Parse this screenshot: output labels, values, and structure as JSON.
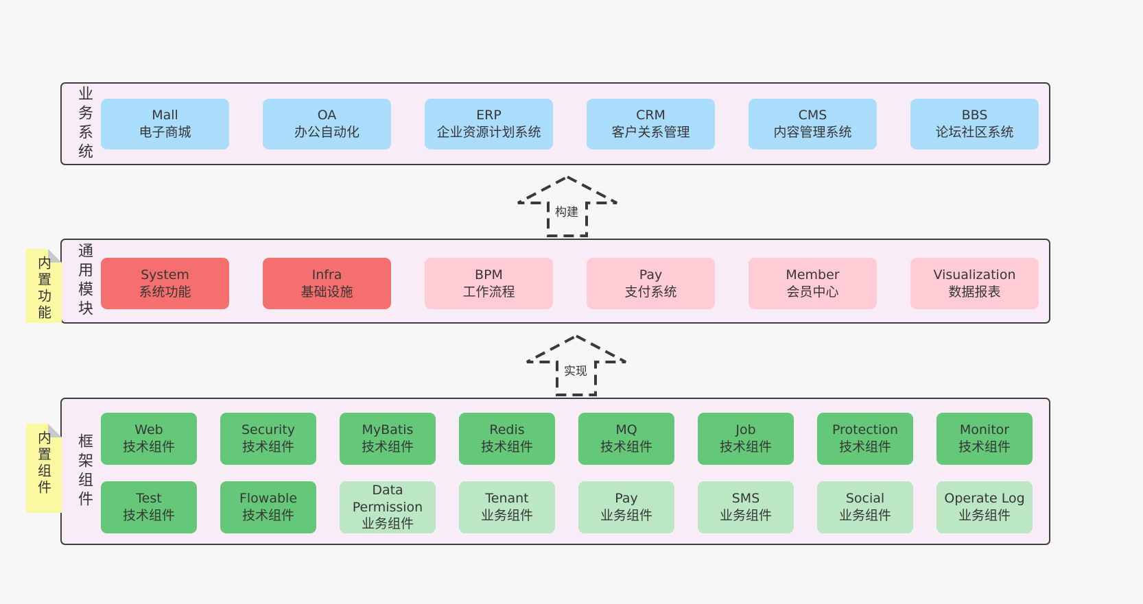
{
  "colors": {
    "page_background": "#f7f7f7",
    "layer_background": "#f8edf7",
    "layer_border": "#3f3f3f",
    "blue_box": "#aaddfb",
    "red_box": "#f56f6f",
    "pink_box": "#ffccd5",
    "green_box": "#64c878",
    "light_green_box": "#bbe7c4",
    "sticky_note": "#fbf8a2",
    "sticky_fold": "#c9c9c9"
  },
  "arrows": {
    "build": "构建",
    "implement": "实现"
  },
  "business_layer": {
    "title": "业务系统",
    "boxes": [
      {
        "name": "Mall",
        "label": "电子商城"
      },
      {
        "name": "OA",
        "label": "办公自动化"
      },
      {
        "name": "ERP",
        "label": "企业资源计划系统"
      },
      {
        "name": "CRM",
        "label": "客户关系管理"
      },
      {
        "name": "CMS",
        "label": "内容管理系统"
      },
      {
        "name": "BBS",
        "label": "论坛社区系统"
      }
    ]
  },
  "module_layer": {
    "title": "通用模块",
    "sticky": "内置功能",
    "boxes": [
      {
        "name": "System",
        "label": "系统功能"
      },
      {
        "name": "Infra",
        "label": "基础设施"
      },
      {
        "name": "BPM",
        "label": "工作流程"
      },
      {
        "name": "Pay",
        "label": "支付系统"
      },
      {
        "name": "Member",
        "label": "会员中心"
      },
      {
        "name": "Visualization",
        "label": "数据报表"
      }
    ]
  },
  "framework_layer": {
    "title": "框架组件",
    "sticky": "内置组件",
    "rows": [
      [
        {
          "name": "Web",
          "label": "技术组件"
        },
        {
          "name": "Security",
          "label": "技术组件"
        },
        {
          "name": "MyBatis",
          "label": "技术组件"
        },
        {
          "name": "Redis",
          "label": "技术组件"
        },
        {
          "name": "MQ",
          "label": "技术组件"
        },
        {
          "name": "Job",
          "label": "技术组件"
        },
        {
          "name": "Protection",
          "label": "技术组件"
        },
        {
          "name": "Monitor",
          "label": "技术组件"
        }
      ],
      [
        {
          "name": "Test",
          "label": "技术组件"
        },
        {
          "name": "Flowable",
          "label": "技术组件"
        },
        {
          "name": "Data Permission",
          "label": "业务组件"
        },
        {
          "name": "Tenant",
          "label": "业务组件"
        },
        {
          "name": "Pay",
          "label": "业务组件"
        },
        {
          "name": "SMS",
          "label": "业务组件"
        },
        {
          "name": "Social",
          "label": "业务组件"
        },
        {
          "name": "Operate Log",
          "label": "业务组件"
        }
      ]
    ]
  }
}
